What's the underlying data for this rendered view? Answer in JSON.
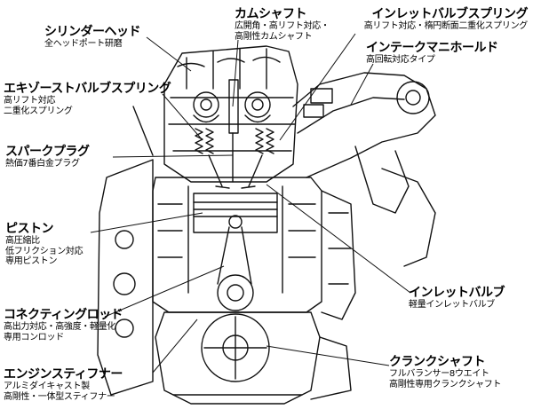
{
  "labels": {
    "cylinder_head": {
      "title": "シリンダーヘッド",
      "sub": [
        "全ヘッドポート研磨"
      ]
    },
    "exhaust_valve_spring": {
      "title": "エキゾーストバルブスプリング",
      "sub": [
        "高リフト対応",
        "二重化スプリング"
      ]
    },
    "spark_plug": {
      "title": "スパークプラグ",
      "sub": [
        "熱価7番白金プラグ"
      ]
    },
    "piston": {
      "title": "ピストン",
      "sub": [
        "高圧縮比",
        "低フリクション対応",
        "専用ピストン"
      ]
    },
    "connecting_rod": {
      "title": "コネクティングロッド",
      "sub": [
        "高出力対応・高強度・軽量化",
        "専用コンロッド"
      ]
    },
    "engine_stiffener": {
      "title": "エンジンスティフナー",
      "sub": [
        "アルミダイキャスト製",
        "高剛性・一体型スティフナー"
      ]
    },
    "camshaft": {
      "title": "カムシャフト",
      "sub": [
        "広開角・高リフト対応・",
        "高剛性カムシャフト"
      ]
    },
    "inlet_valve_spring": {
      "title": "インレットバルブスプリング",
      "sub": [
        "高リフト対応・楕円断面二重化スプリング"
      ]
    },
    "intake_manifold": {
      "title": "インテークマニホールド",
      "sub": [
        "高回転対応タイプ"
      ]
    },
    "inlet_valve": {
      "title": "インレットバルブ",
      "sub": [
        "軽量インレットバルブ"
      ]
    },
    "crankshaft": {
      "title": "クランクシャフト",
      "sub": [
        "フルバランサー8ウエイト",
        "高剛性専用クランクシャフト"
      ]
    }
  }
}
